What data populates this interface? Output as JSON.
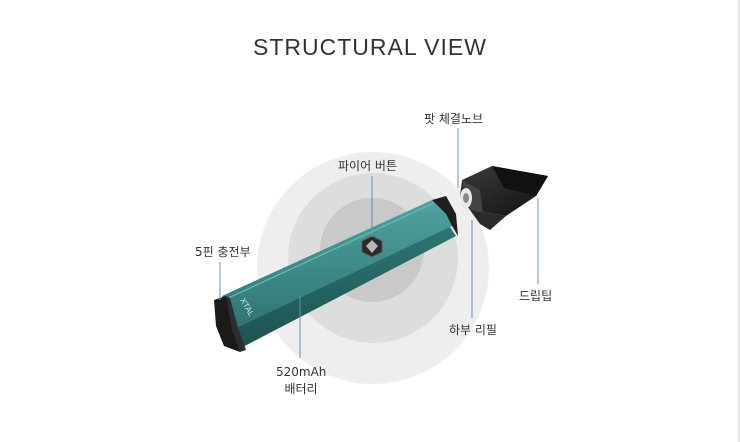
{
  "title": "STRUCTURAL VIEW",
  "brand_mark": "XTAL",
  "labels": {
    "fire_button": "파이어 버튼",
    "pod_connector": "팟 체결노브",
    "charging_port": "5핀 충전부",
    "drip_tip": "드립팁",
    "bottom_refill": "하부 리필",
    "battery_line1": "520mAh",
    "battery_line2": "배터리"
  },
  "colors": {
    "device_teal": "#3e8e8c",
    "leader_line": "#6f8fb5",
    "ring_outer": "#eeeeee",
    "ring_middle": "#dddddd",
    "ring_inner": "#c9c9c9",
    "pod_dark": "#1e1e1e"
  }
}
